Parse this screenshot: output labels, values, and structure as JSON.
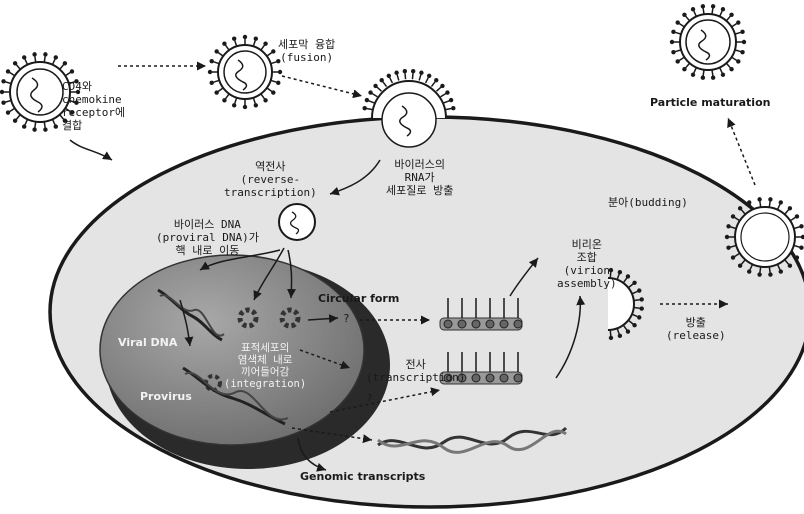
{
  "labels": {
    "binding": "CD4와\nchemokine\nreceptor에\n결합",
    "fusion": "세포막 융합\n(fusion)",
    "rna_release": "바이러스의\nRNA가\n세포질로 방출",
    "reverse_transcription": "역전사\n(reverse-\ntranscription)",
    "proviral_dna": "바이러스 DNA\n(proviral DNA)가\n핵 내로 이동",
    "circular_form": "Circular form",
    "question_mark_1": "?",
    "question_mark_2": "?",
    "viral_dna": "Viral DNA",
    "integration": "표적세포의\n염색체 내로\n끼어들어감\n(integration)",
    "provirus": "Provirus",
    "transcription": "전사\n(transcription)",
    "genomic_transcripts": "Genomic transcripts",
    "virion_assembly": "비리온\n조합\n(virion\nassembly)",
    "budding": "분아(budding)",
    "release": "방출\n(release)",
    "particle_maturation": "Particle maturation"
  },
  "colors": {
    "cell_fill": "#e4e4e4",
    "nucleus_fill": "#8c8c8c",
    "nucleus_shadow": "#2a2a2a",
    "outline": "#1a1a1a",
    "virus_fill": "#ffffff"
  }
}
